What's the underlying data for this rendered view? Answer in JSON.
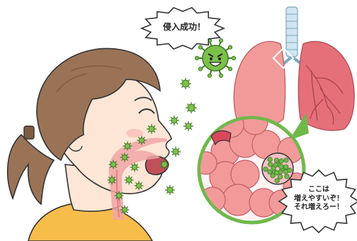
{
  "speech_bubbles": {
    "invasion": {
      "text": "侵入成功！"
    },
    "alveoli": {
      "lines": [
        "ここは",
        "増えやすいぞ！",
        "それ増えろー！"
      ]
    }
  },
  "colors": {
    "skin": "#fde6d6",
    "hair": "#9a7356",
    "hair_shadow": "#7e5b42",
    "shirt": "#f6bd4a",
    "lung_light": "#f29a9a",
    "lung_dark": "#e5707a",
    "airway": "#f0a4a4",
    "virus_green": "#7cc04a",
    "virus_dark": "#3f7a26",
    "zoom_green": "#6fb84a",
    "trachea": "#cfe6f2",
    "outline": "#333333"
  },
  "icons": {
    "virus": "virus-icon",
    "lungs": "lungs-icon",
    "alveoli_cluster": "alveoli-icon"
  }
}
